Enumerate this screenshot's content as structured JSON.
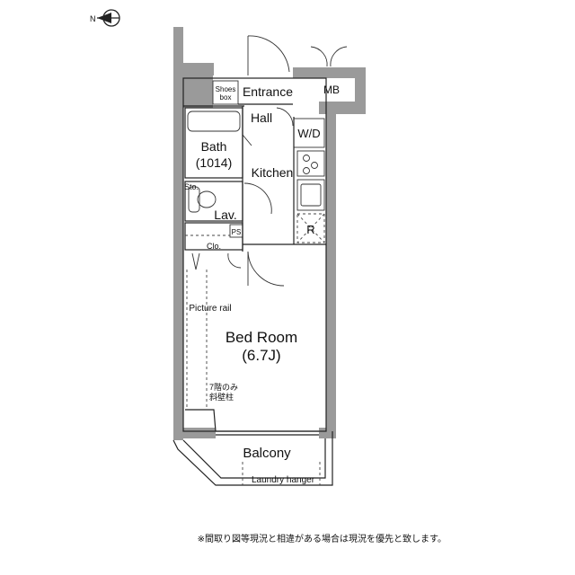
{
  "compass": {
    "label": "N"
  },
  "rooms": {
    "shoes_box": [
      "Shoes",
      "box"
    ],
    "entrance": "Entrance",
    "mb": "MB",
    "hall": "Hall",
    "wd": "W/D",
    "bath": "Bath",
    "bath_size": "(1014)",
    "kitchen": "Kitchen",
    "sto": "Sto.",
    "lav": "Lav.",
    "ps": "PS",
    "refrigerator": "R",
    "clo": "Clo.",
    "picture_rail": "Picture rail",
    "bedroom": "Bed Room",
    "bedroom_size": "(6.7J)",
    "pillar_note": [
      "7階のみ",
      "斜壁柱"
    ],
    "balcony": "Balcony",
    "laundry_hanger": "Laundry hanger"
  },
  "footnote": "※間取り図等現況と相違がある場合は現況を優先と致します。"
}
